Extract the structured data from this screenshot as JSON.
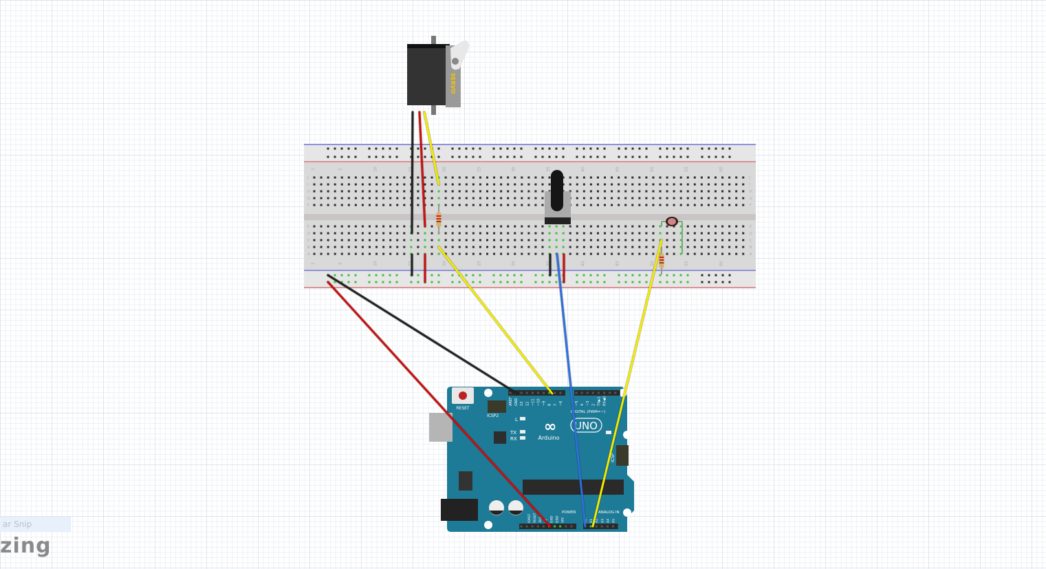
{
  "app": {
    "logo_text": "zing",
    "snip_label": "ar Snip"
  },
  "servo": {
    "label": "SERVO",
    "body_color": "#333333",
    "label_color": "#f5c400"
  },
  "breadboard": {
    "column_labels": [
      "1",
      "5",
      "10",
      "15",
      "20",
      "25",
      "30",
      "35",
      "40",
      "45",
      "50",
      "55",
      "60"
    ],
    "row_labels_top": [
      "J",
      "I",
      "H",
      "G",
      "F"
    ],
    "row_labels_bottom": [
      "E",
      "D",
      "C",
      "B",
      "A"
    ]
  },
  "arduino": {
    "board_color": "#1e7b97",
    "reset_label": "RESET",
    "icsp2_label": "ICSP2",
    "icsp_label": "ICSP",
    "brand": "Arduino",
    "model": "UNO",
    "digital_label": "DIGITAL (PWM=~)",
    "power_label": "POWER",
    "analog_label": "ANALOG IN",
    "led_labels": [
      "L",
      "TX",
      "RX"
    ],
    "on_label": "ON",
    "digital_pins": [
      "AREF",
      "GND",
      "13",
      "12",
      "~11",
      "~10",
      "~9",
      "8",
      "7",
      "~6",
      "~5",
      "4",
      "~3",
      "2",
      "TX▶1",
      "RX◀0"
    ],
    "power_pins": [
      "IOREF",
      "RESET",
      "3V3",
      "5V",
      "GND",
      "GND",
      "VIN"
    ],
    "analog_pins": [
      "A0",
      "A1",
      "A2",
      "A3",
      "A4",
      "A5"
    ]
  },
  "wire_colors": {
    "black": "#222222",
    "red": "#c8100f",
    "yellow": "#f2ea00",
    "blue": "#2f6fdc"
  }
}
